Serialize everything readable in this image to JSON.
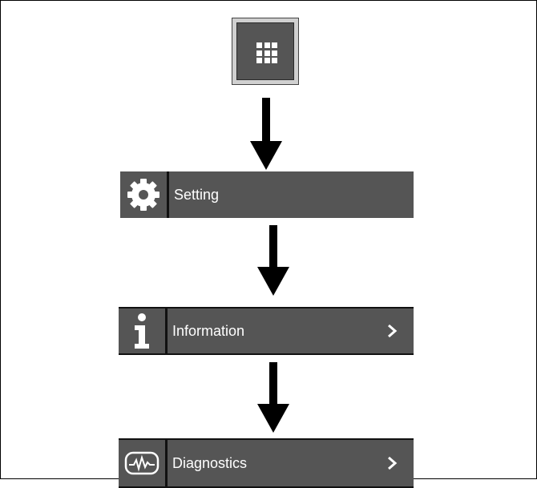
{
  "colors": {
    "panel": "#555555",
    "text": "#ffffff",
    "arrow": "#000000",
    "separator": "#111111"
  },
  "steps": [
    {
      "icon": "apps-grid-icon"
    },
    {
      "icon": "gear-icon",
      "label": "Setting"
    },
    {
      "icon": "info-icon",
      "label": "Information",
      "chevron": true
    },
    {
      "icon": "waveform-monitor-icon",
      "label": "Diagnostics",
      "chevron": true
    }
  ]
}
